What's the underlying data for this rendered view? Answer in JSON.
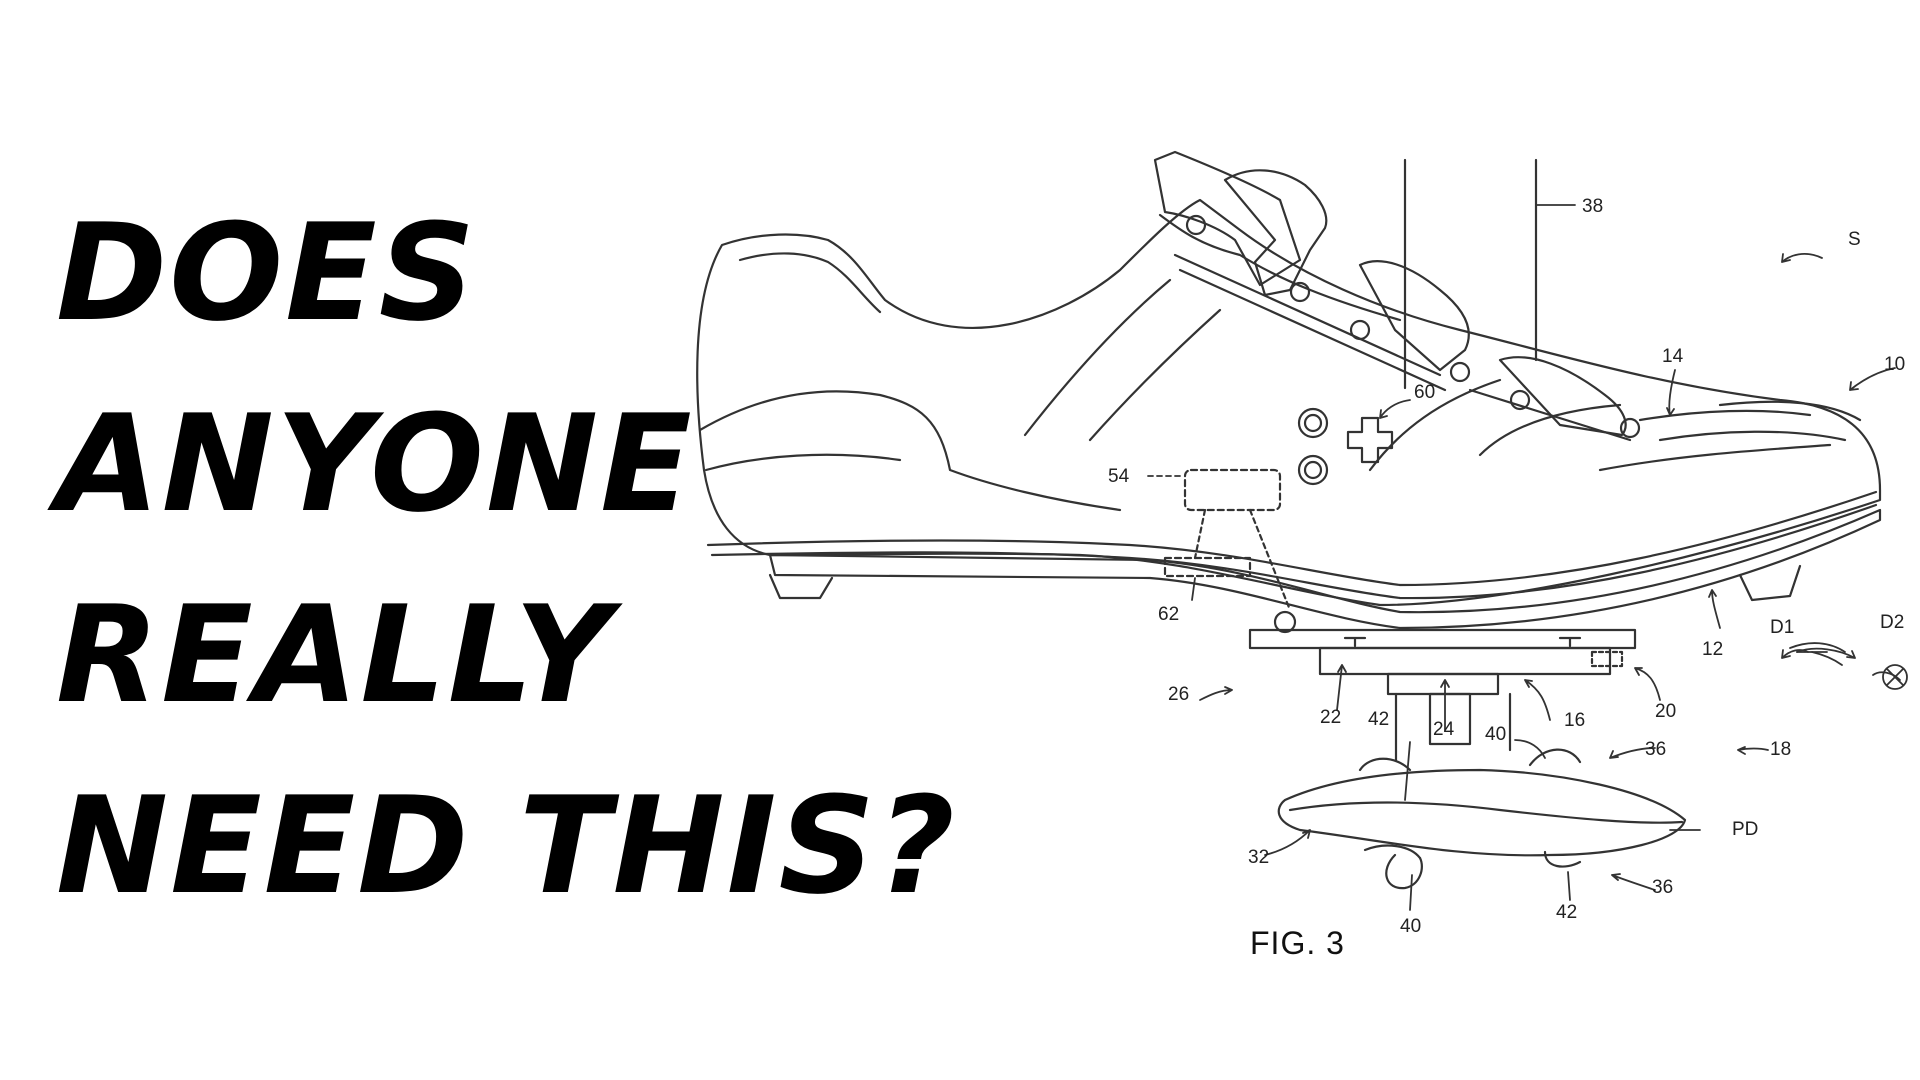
{
  "headline": {
    "lines": [
      "DOES",
      "ANYONE",
      "REALLY",
      "NEED THIS?"
    ]
  },
  "figure": {
    "caption": "FIG. 3",
    "callouts": [
      "38",
      "S",
      "10",
      "14",
      "60",
      "54",
      "62",
      "12",
      "D1",
      "D2",
      "26",
      "22",
      "42",
      "24",
      "40",
      "16",
      "20",
      "36",
      "18",
      "PD",
      "32",
      "36",
      "40",
      "42"
    ]
  },
  "colors": {
    "background": "#ffffff",
    "text": "#000000",
    "line_art": "#333333"
  }
}
